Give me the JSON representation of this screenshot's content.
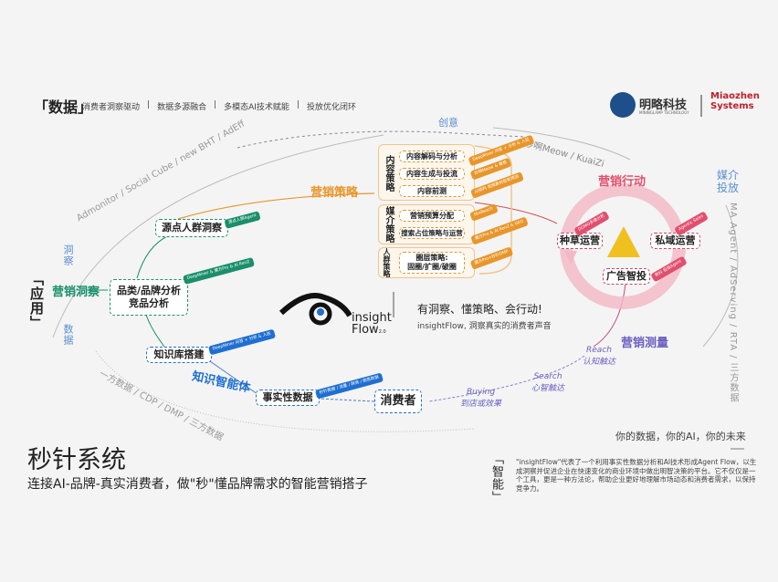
{
  "header": {
    "title": "「数据」",
    "items": [
      "消费者洞察驱动",
      "数据多源融合",
      "多模态AI技术赋能",
      "投放优化闭环"
    ],
    "separator": "|"
  },
  "brand": {
    "mininglamp": "明略科技",
    "mininglamp_en": "MININGLAMP TECHNOLOGY",
    "miaozhen": "Miaozhen Systems"
  },
  "arcs": {
    "insight_label": "洞察",
    "insight_tools": "Admonitor / Social Cube / new BHT / AdEff",
    "data_label": "数据",
    "data_tools": "一方数据 / CDP / DMP / 三方数据",
    "creative_label": "创意",
    "creative_tools": "妙啊Meow / KuaiZi",
    "media_label": "媒介投放",
    "media_tools": "MA Agent / AdServing / RTA / 三方数据"
  },
  "left": {
    "app_label": "「应用」",
    "insight_title": "营销洞察",
    "category_analysis": "品类/品牌分析\n竞品分析",
    "source_crowd": "源点人群洞察",
    "knowledge_base": "知识库搭建",
    "knowledge_agent": "知识智能体",
    "fact_data": "事实性数据",
    "consumer": "消费者",
    "tags": {
      "source_crowd": "源点人群Agent",
      "category": "DeepMiner & 魔方Pro & AI RenZ",
      "knowledge": "DeepMiner 问答 + 分析 & 入驻",
      "fact": "秒针数据 / 流量 / 舆情 / 销售数据"
    }
  },
  "strategy": {
    "title": "营销策略",
    "sections": [
      {
        "label": "内容策略",
        "items": [
          "内容解码与分析",
          "内容生成与投流",
          "内容前测"
        ],
        "tags": [
          "DeepMiner 问答 + 分析 & 入驻",
          "妙啊Meow & 看板",
          "AI预判 视频素材投前预测"
        ]
      },
      {
        "label": "媒介策略",
        "items": [
          "营销预算分配",
          "搜索占位策略与运营"
        ],
        "tags": [
          "MixReach",
          "魔方Pro & AI RenZ & GEO"
        ]
      },
      {
        "label": "人群策略",
        "items": [
          "圈层策略:\n固圈/扩圈/破圈"
        ],
        "tags": [
          "魔方Pro+秒针DMP"
        ]
      }
    ]
  },
  "action": {
    "title": "营销行动",
    "seeding": "种草运营",
    "private": "私域运营",
    "ads": "广告智投",
    "tags": {
      "seeding": "DOMO多维分析",
      "private": "Agentic Sales",
      "ads": "新抖 投放Agent"
    }
  },
  "measure": {
    "title": "营销测量",
    "reach": "Reach",
    "reach_cn": "认知触达",
    "search": "Search",
    "search_cn": "心智触达",
    "buying": "Buying",
    "buying_cn": "到店或效果"
  },
  "logo": {
    "name": "insight",
    "name2": "Flow",
    "version": "2.0",
    "slogan": "有洞察、懂策略、会行动!",
    "sub": "insightFlow, 洞察真实的消费者声音"
  },
  "footer": {
    "title": "秒针系统",
    "subtitle": "连接AI-品牌-真实消费者，做\"秒\"懂品牌需求的智能营销搭子",
    "tagline": "你的数据，你的AI，你的未来",
    "smart_label": "「智能」",
    "description": "\"insightFlow\"代表了一个利用事实性数据分析和AI技术形成Agent Flow，以生成洞察并促进企业在快速变化的商业环境中做出明智决策的平台。它不仅仅是一个工具，更是一种方法论，帮助企业更好地理解市场动态和消费者需求，以保持竞争力。"
  },
  "colors": {
    "teal": "#1a8f6a",
    "orange": "#e8962a",
    "blue": "#1f6fd1",
    "pink": "#e0506e",
    "purple": "#6a5fc0",
    "lightblue": "#5a8fd0"
  }
}
